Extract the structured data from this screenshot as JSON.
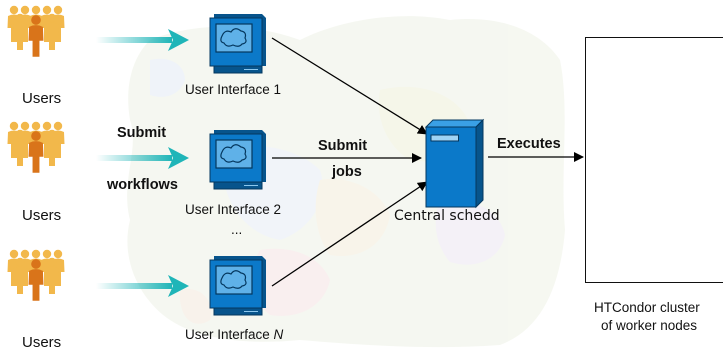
{
  "users": [
    {
      "label": "Users"
    },
    {
      "label": "Users"
    },
    {
      "label": "Users"
    }
  ],
  "submit_workflows": {
    "line1": "Submit",
    "line2": "workflows"
  },
  "user_interfaces": [
    {
      "label": "User Interface 1"
    },
    {
      "label": "User Interface 2"
    },
    {
      "prefix": "User Interface ",
      "n": "N"
    }
  ],
  "ellipsis": "...",
  "submit_jobs": {
    "line1": "Submit",
    "line2": "jobs"
  },
  "central": {
    "label": "Central schedd"
  },
  "executes": "Executes",
  "cluster": {
    "line1": "HTCondor cluster",
    "line2": "of worker nodes"
  },
  "colors": {
    "arrow_teal": "#1fb5b8",
    "server_blue": "#0b79c9",
    "server_dark": "#07548c",
    "person_gold": "#f2b84b",
    "person_orange": "#d9741a",
    "map_land": "#eef2e6"
  },
  "icons": {
    "users": "group-of-people-icon",
    "ui": "computer-terminal-icon",
    "server": "server-tower-icon"
  }
}
